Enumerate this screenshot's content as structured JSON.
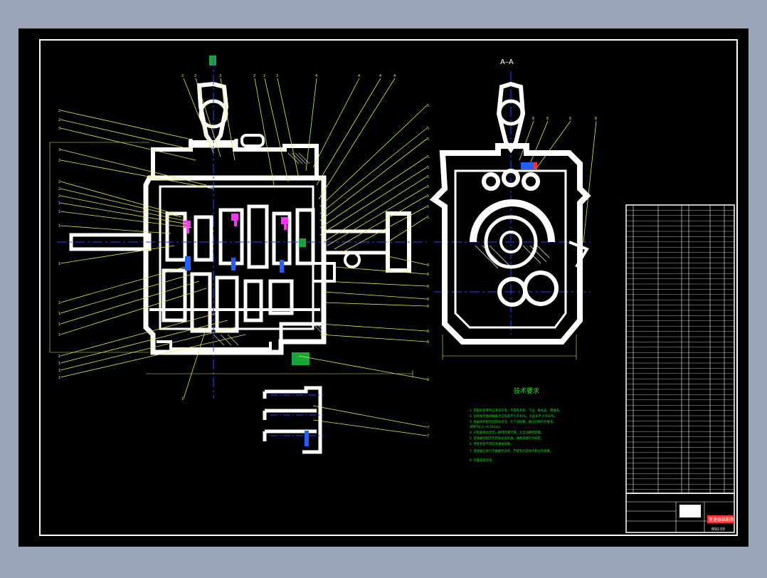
{
  "window": {
    "background_color": "#9ba6b8",
    "canvas_color": "#000000",
    "frame_color": "#ffffff"
  },
  "drawing": {
    "section_label": "A–A",
    "tech_title": "技术要求",
    "tech_notes": [
      "1. 装配前各零件应清洗干净，不得有毛刺、飞边、氧化皮、锈蚀等。",
      "2. 齿轮啮合面接触斑点沿齿高不小于45%，沿齿长不小于60%。",
      "3. 各轴承装配后应转动灵活，无卡滞现象，轴向间隙符合要求。",
      "   间隙为0.1～0.15mm。",
      "4. 同步器滑动灵活，换挡轻便可靠，无自动跳挡现象。",
      "5. 变速器装配完毕后加注齿轮油，油面高度符合规定。",
      "6. 各密封处不得有渗漏油现象。",
      "7. 变速器应进行空载磨合试验，不得有异常响声和过热现象。",
      "8. 外露表面涂漆。"
    ],
    "title_block_note": "变速器装配图",
    "drawing_number": "BSQ-00"
  },
  "colors": {
    "line_white": "#ffffff",
    "leader_yellow": "#e8e84a",
    "centerline_blue": "#2244ff",
    "accent_magenta": "#ff33ff",
    "accent_green": "#1aa53a",
    "accent_red": "#ff3333",
    "accent_blue": "#2060ff",
    "note_green": "#22dd22"
  }
}
